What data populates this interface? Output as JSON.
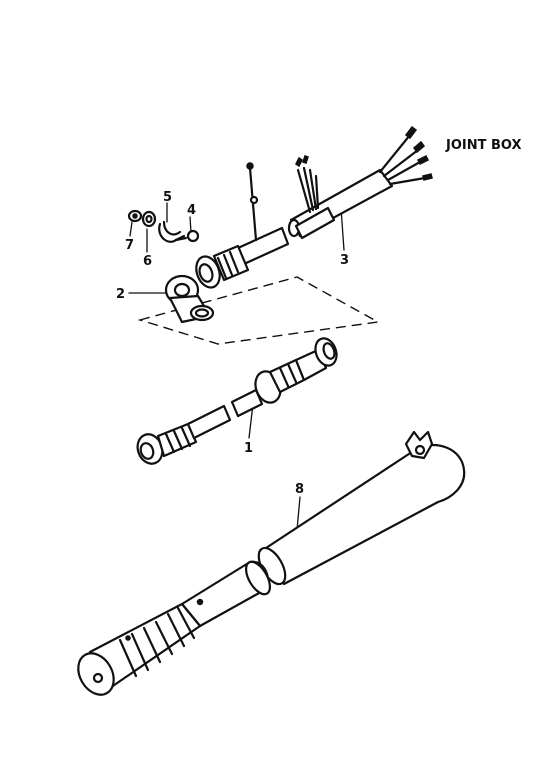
{
  "labels": {
    "joint_box": "JOINT BOX",
    "p1": "1",
    "p2": "2",
    "p3": "3",
    "p4": "4",
    "p5": "5",
    "p6": "6",
    "p7": "7",
    "p8": "8"
  }
}
